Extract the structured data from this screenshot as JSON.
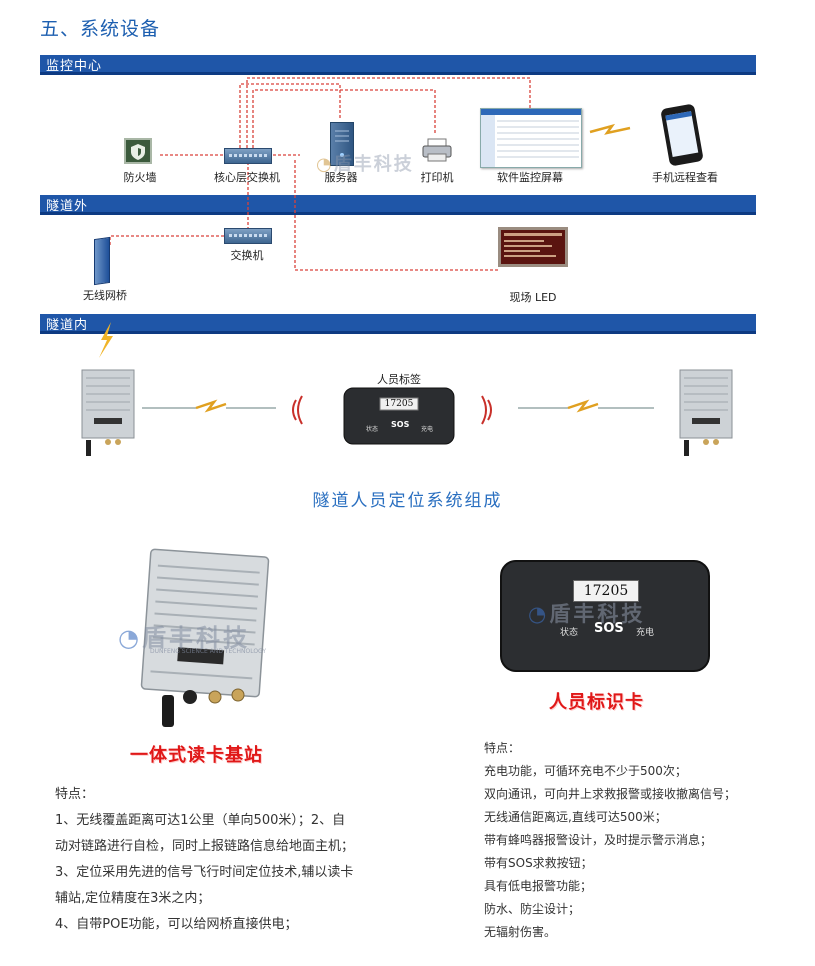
{
  "section_title": "五、系统设备",
  "bands": {
    "monitor_center": "监控中心",
    "tunnel_outside": "隧道外",
    "tunnel_inside": "隧道内"
  },
  "devices": {
    "firewall": "防火墙",
    "core_switch": "核心层交换机",
    "server": "服务器",
    "printer": "打印机",
    "software_screen": "软件监控屏幕",
    "mobile": "手机远程查看",
    "switch": "交换机",
    "wireless_bridge": "无线网桥",
    "led": "现场 LED",
    "personnel_tag": "人员标签"
  },
  "tag_small": {
    "number": "17205",
    "sos": "SOS",
    "status": "状态",
    "charge": "充电"
  },
  "watermark": {
    "brand": "盾丰科技",
    "sub": "DUNFENG SCIENCE AND TECHNOLOGY"
  },
  "caption": "隧道人员定位系统组成",
  "base_station": {
    "title": "一体式读卡基站",
    "features_title": "特点：",
    "features": [
      "1、无线覆盖距离可达1公里（单向500米）；2、自",
      "动对链路进行自检，同时上报链路信息给地面主机；",
      "3、定位采用先进的信号飞行时间定位技术,辅以读卡",
      "辅站,定位精度在3米之内；",
      "4、自带POE功能，可以给网桥直接供电；"
    ]
  },
  "id_card": {
    "title": "人员标识卡",
    "number": "17205",
    "sos": "SOS",
    "status": "状态",
    "charge": "充电",
    "features_title": "特点：",
    "features": [
      "充电功能，可循环充电不少于500次；",
      "双向通讯，可向井上求救报警或接收撤离信号；",
      "无线通信距离远,直线可达500米；",
      "带有蜂鸣器报警设计，及时提示警示消息；",
      "带有SOS求救按钮；",
      "具有低电报警功能；",
      "防水、防尘设计；",
      "无辐射伤害。"
    ]
  },
  "colors": {
    "band": "#1f56a8",
    "title_blue": "#1d5fb0",
    "red_line": "#d9423a",
    "red_title": "#e01818"
  }
}
